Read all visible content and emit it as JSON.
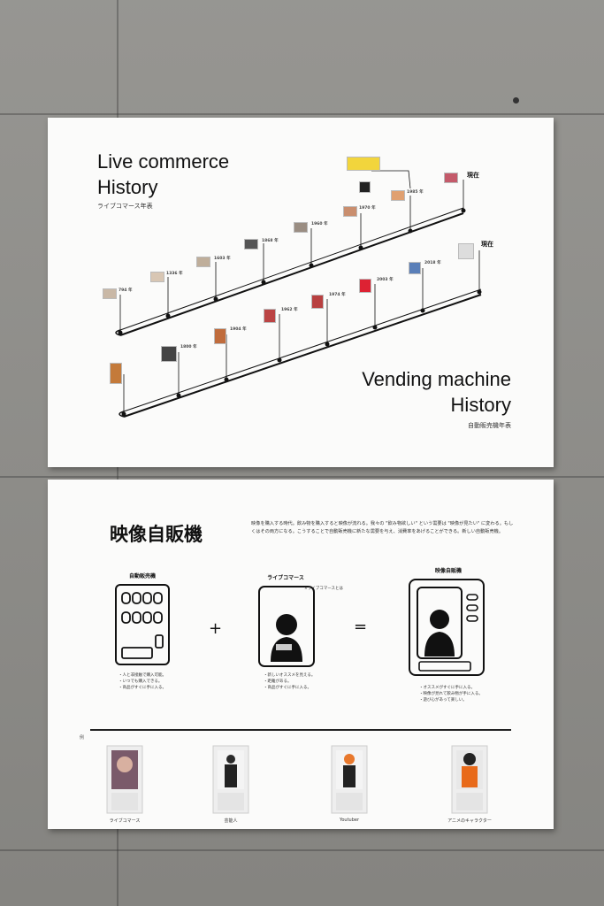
{
  "poster1": {
    "title": "Live commerce\nHistory",
    "title_sub": "ライブコマース年表",
    "title2": "Vending machine\nHistory",
    "title2_sub": "自動販売機年表",
    "live_events": [
      {
        "year": "794 年"
      },
      {
        "year": "1336 年"
      },
      {
        "year": "1603 年"
      },
      {
        "year": "1868 年"
      },
      {
        "year": "1960 年"
      },
      {
        "year": "1970 年"
      },
      {
        "year": "1985 年"
      }
    ],
    "live_now": "現在",
    "vending_events": [
      {
        "year": "1800 年"
      },
      {
        "year": "1904 年"
      },
      {
        "year": "1962 年"
      },
      {
        "year": "1974 年"
      },
      {
        "year": "2003 年"
      },
      {
        "year": "2018 年"
      }
    ],
    "vending_now": "現在"
  },
  "poster2": {
    "title": "映像自販機",
    "intro": "映像を購入する時代。飲み物を購入すると映像が流れる。我々の \"飲み物欲しい\" という需要は \"映像が見たい\" に変わる。もしくはその両方になる。こうすることで自動販売機に新たな需要を与え、消費率をあげることができる。新しい自動販売機。",
    "col1": {
      "label": "自動販売機",
      "notes": [
        "・人と非接触で購入可能。",
        "・いつでも購入できる。",
        "・商品がすぐに手に入る。"
      ]
    },
    "col2": {
      "label": "ライブコマース",
      "notes": [
        "・新しいオススメを見える。",
        "・距離がある。",
        "・商品がすぐに手に入る。"
      ]
    },
    "col3": {
      "label": "映像自販機",
      "caption": "×ライブコマースとは",
      "notes": [
        "・オススメがすぐに手に入る。",
        "・映像が見れて飲み物が手に入る。",
        "・遊び心があって楽しい。"
      ]
    },
    "plus": "+",
    "equals": "=",
    "examples_label": "例",
    "examples": [
      {
        "caption": "ライブコマース"
      },
      {
        "caption": "芸能人"
      },
      {
        "caption": "Youtuber"
      },
      {
        "caption": "アニメのキャラクター"
      }
    ]
  }
}
